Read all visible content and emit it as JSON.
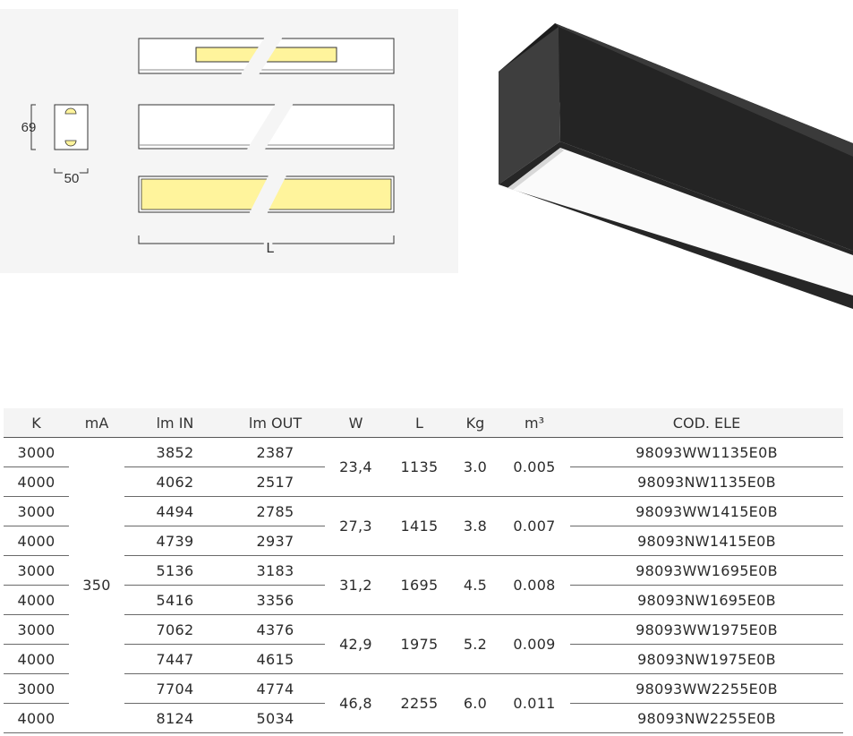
{
  "drawing": {
    "height_label": "69",
    "width_label": "50",
    "length_label": "L",
    "colors": {
      "led": "#fff49c",
      "housing": "#2a2a2a",
      "panel_bg": "#f4f4f4"
    }
  },
  "table": {
    "headers": [
      "K",
      "mA",
      "lm IN",
      "lm OUT",
      "W",
      "L",
      "Kg",
      "m³",
      "COD. ELE"
    ],
    "current": "350",
    "groups": [
      {
        "W": "23,4",
        "L": "1135",
        "Kg": "3.0",
        "m3": "0.005",
        "rows": [
          {
            "K": "3000",
            "lm_in": "3852",
            "lm_out": "2387",
            "code": "98093WW1135E0B"
          },
          {
            "K": "4000",
            "lm_in": "4062",
            "lm_out": "2517",
            "code": "98093NW1135E0B"
          }
        ]
      },
      {
        "W": "27,3",
        "L": "1415",
        "Kg": "3.8",
        "m3": "0.007",
        "rows": [
          {
            "K": "3000",
            "lm_in": "4494",
            "lm_out": "2785",
            "code": "98093WW1415E0B"
          },
          {
            "K": "4000",
            "lm_in": "4739",
            "lm_out": "2937",
            "code": "98093NW1415E0B"
          }
        ]
      },
      {
        "W": "31,2",
        "L": "1695",
        "Kg": "4.5",
        "m3": "0.008",
        "rows": [
          {
            "K": "3000",
            "lm_in": "5136",
            "lm_out": "3183",
            "code": "98093WW1695E0B"
          },
          {
            "K": "4000",
            "lm_in": "5416",
            "lm_out": "3356",
            "code": "98093NW1695E0B"
          }
        ]
      },
      {
        "W": "42,9",
        "L": "1975",
        "Kg": "5.2",
        "m3": "0.009",
        "rows": [
          {
            "K": "3000",
            "lm_in": "7062",
            "lm_out": "4376",
            "code": "98093WW1975E0B"
          },
          {
            "K": "4000",
            "lm_in": "7447",
            "lm_out": "4615",
            "code": "98093NW1975E0B"
          }
        ]
      },
      {
        "W": "46,8",
        "L": "2255",
        "Kg": "6.0",
        "m3": "0.011",
        "rows": [
          {
            "K": "3000",
            "lm_in": "7704",
            "lm_out": "4774",
            "code": "98093WW2255E0B"
          },
          {
            "K": "4000",
            "lm_in": "8124",
            "lm_out": "5034",
            "code": "98093NW2255E0B"
          }
        ]
      }
    ]
  }
}
